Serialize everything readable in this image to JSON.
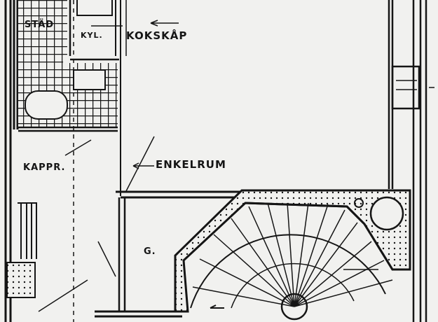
{
  "drawing": {
    "labels": {
      "stad": "STÄD",
      "kyl": "KYL.",
      "kokskap": "KOKSKÅP",
      "kappr": "KAPPR.",
      "enkelrum": "ENKELRUM",
      "g": "G."
    },
    "colors": {
      "ink": "#151515",
      "paper": "#f1f1ef"
    }
  }
}
